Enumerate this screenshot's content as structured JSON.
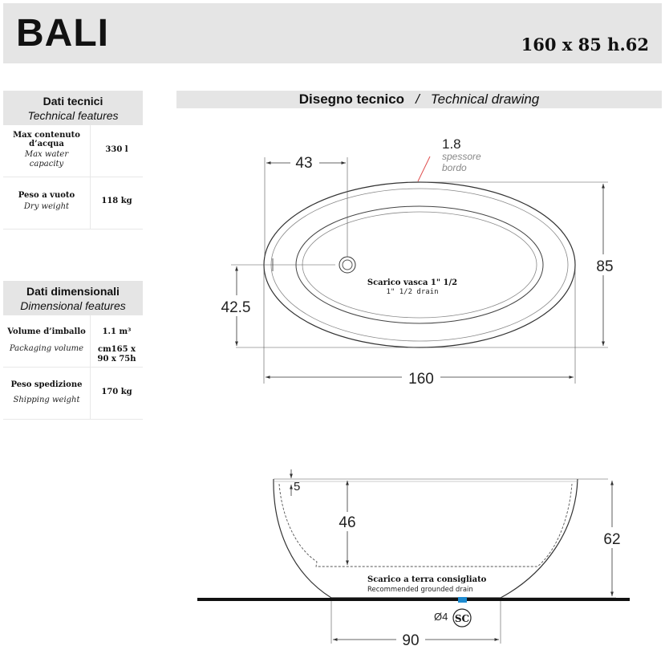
{
  "header": {
    "model": "BALI",
    "size": "160 x 85 h.62"
  },
  "technical_features": {
    "title_it": "Dati tecnici",
    "title_en": "Technical features",
    "rows": [
      {
        "label_it": "Max contenuto d’acqua",
        "label_en": "Max water capacity",
        "value": "330 l"
      },
      {
        "label_it": "Peso a vuoto",
        "label_en": "Dry weight",
        "value": "118 kg"
      }
    ]
  },
  "dimensional_features": {
    "title_it": "Dati dimensionali",
    "title_en": "Dimensional features",
    "rows": [
      {
        "label_it": "Volume d’imballo",
        "label_en": "Packaging volume",
        "value": "1.1 m³",
        "value2": "cm165 x 90 x 75h"
      },
      {
        "label_it": "Peso spedizione",
        "label_en": "Shipping weight",
        "value": "170 kg"
      }
    ]
  },
  "drawing": {
    "title_it": "Disegno tecnico",
    "separator": "/",
    "title_en": "Technical drawing",
    "top_view": {
      "drain_offset": "43",
      "rim_thickness": "1.8",
      "rim_label_1": "spessore",
      "rim_label_2": "bordo",
      "width": "85",
      "half_width": "42.5",
      "length": "160",
      "drain_label_it": "Scarico vasca 1\" 1/2",
      "drain_label_en": "1\" 1/2  drain"
    },
    "side_view": {
      "rim_height": "5",
      "inner_depth": "46",
      "height": "62",
      "drain_label_it": "Scarico a terra consigliato",
      "drain_label_en": "Recommended grounded drain",
      "drain_diameter": "Ø4",
      "sc_badge": "SC",
      "base_width": "90"
    }
  },
  "colors": {
    "panel_bg": "#e5e5e5",
    "drain_blue": "#1e8bd0",
    "rim_mark": "#e05050"
  }
}
